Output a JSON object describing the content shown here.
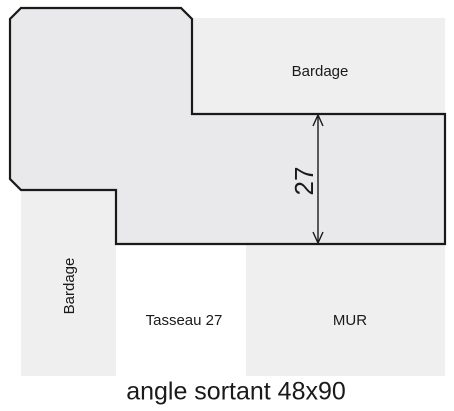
{
  "labels": {
    "bardage_top": "Bardage",
    "bardage_side": "Bardage",
    "tasseau": "Tasseau 27",
    "mur": "MUR",
    "dimension": "27",
    "caption": "angle sortant 48x90"
  },
  "colors": {
    "panel_fill": "#efefef",
    "profile_fill": "#e9e9eb",
    "outline": "#1a1a1a"
  }
}
